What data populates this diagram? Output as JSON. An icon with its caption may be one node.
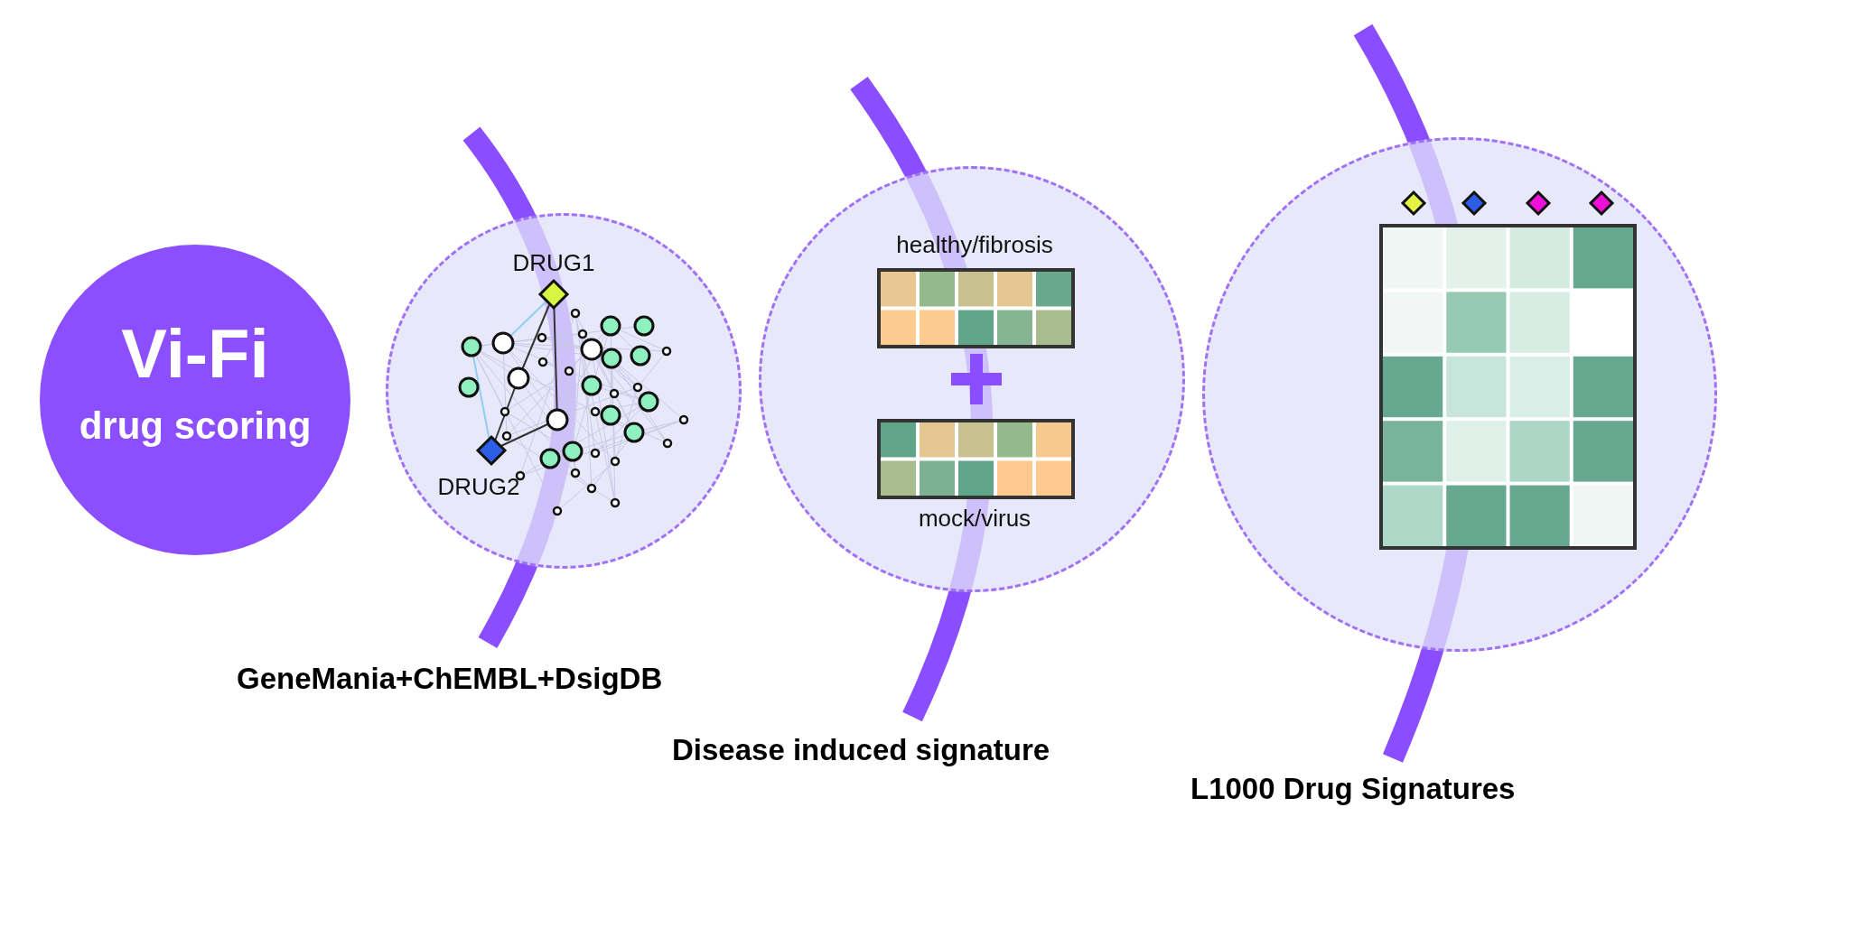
{
  "diagram": {
    "nodes": [
      {
        "text": [
          "Vi-Fi",
          "drug scoring"
        ]
      },
      {
        "text": [
          "DRUG1",
          "DRUG2"
        ]
      },
      {
        "text": [
          "healthy/fibrosis",
          "mock/virus"
        ]
      },
      {
        "text": [],
        "shape": "circle"
      }
    ],
    "labels": [
      "GeneMania+ChEMBL+DsigDB",
      "Disease induced signature",
      "L1000 Drug Signatures"
    ]
  }
}
